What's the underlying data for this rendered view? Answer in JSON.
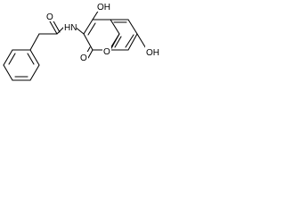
{
  "molecule": {
    "labels": {
      "hydroxyl_top": "OH",
      "amide_nh": "HN",
      "amide_oxygen": "O",
      "lactone_carbonyl_oxygen": "O",
      "ring_oxygen": "O",
      "hydroxyl_right": "OH"
    },
    "colors": {
      "ink": "#000000",
      "background": "#ffffff"
    }
  }
}
